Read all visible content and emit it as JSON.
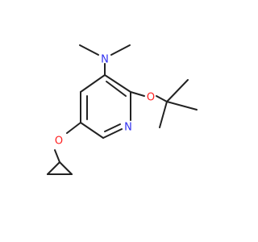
{
  "molecule": {
    "atoms": {
      "dimethylamine_N": "N",
      "ring_N": "N",
      "ether_O_tbutoxy": "O",
      "ether_O_cyclopropoxy": "O"
    },
    "colors": {
      "bond": "#222222",
      "nitrogen": "#3030f0",
      "oxygen": "#ff2020",
      "background": "#ffffff"
    }
  }
}
